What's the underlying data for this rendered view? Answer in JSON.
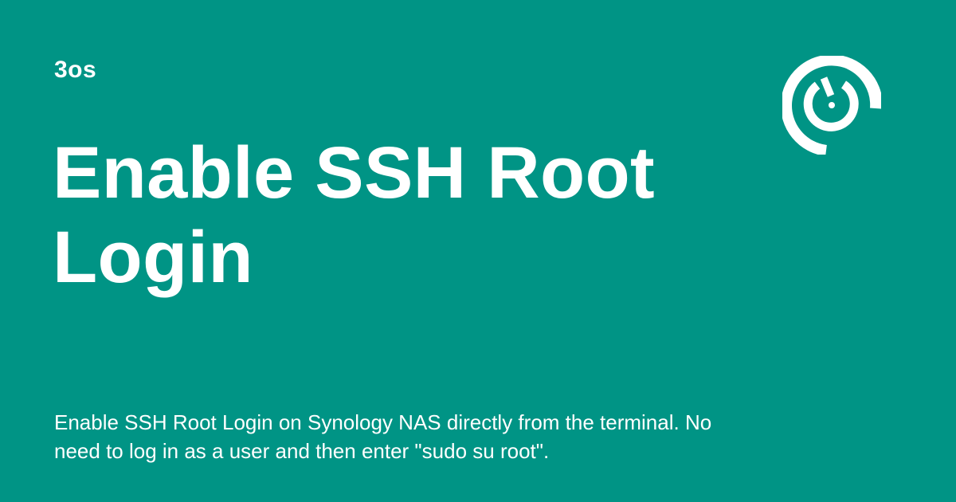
{
  "brand": {
    "name": "3os",
    "logo_icon": "3os-logo-icon"
  },
  "article": {
    "title": "Enable SSH Root Login",
    "description": "Enable SSH Root Login on Synology NAS directly from the terminal. No need to log in as a user and then enter \"sudo su root\"."
  },
  "colors": {
    "background": "#009485",
    "text": "#ffffff"
  }
}
